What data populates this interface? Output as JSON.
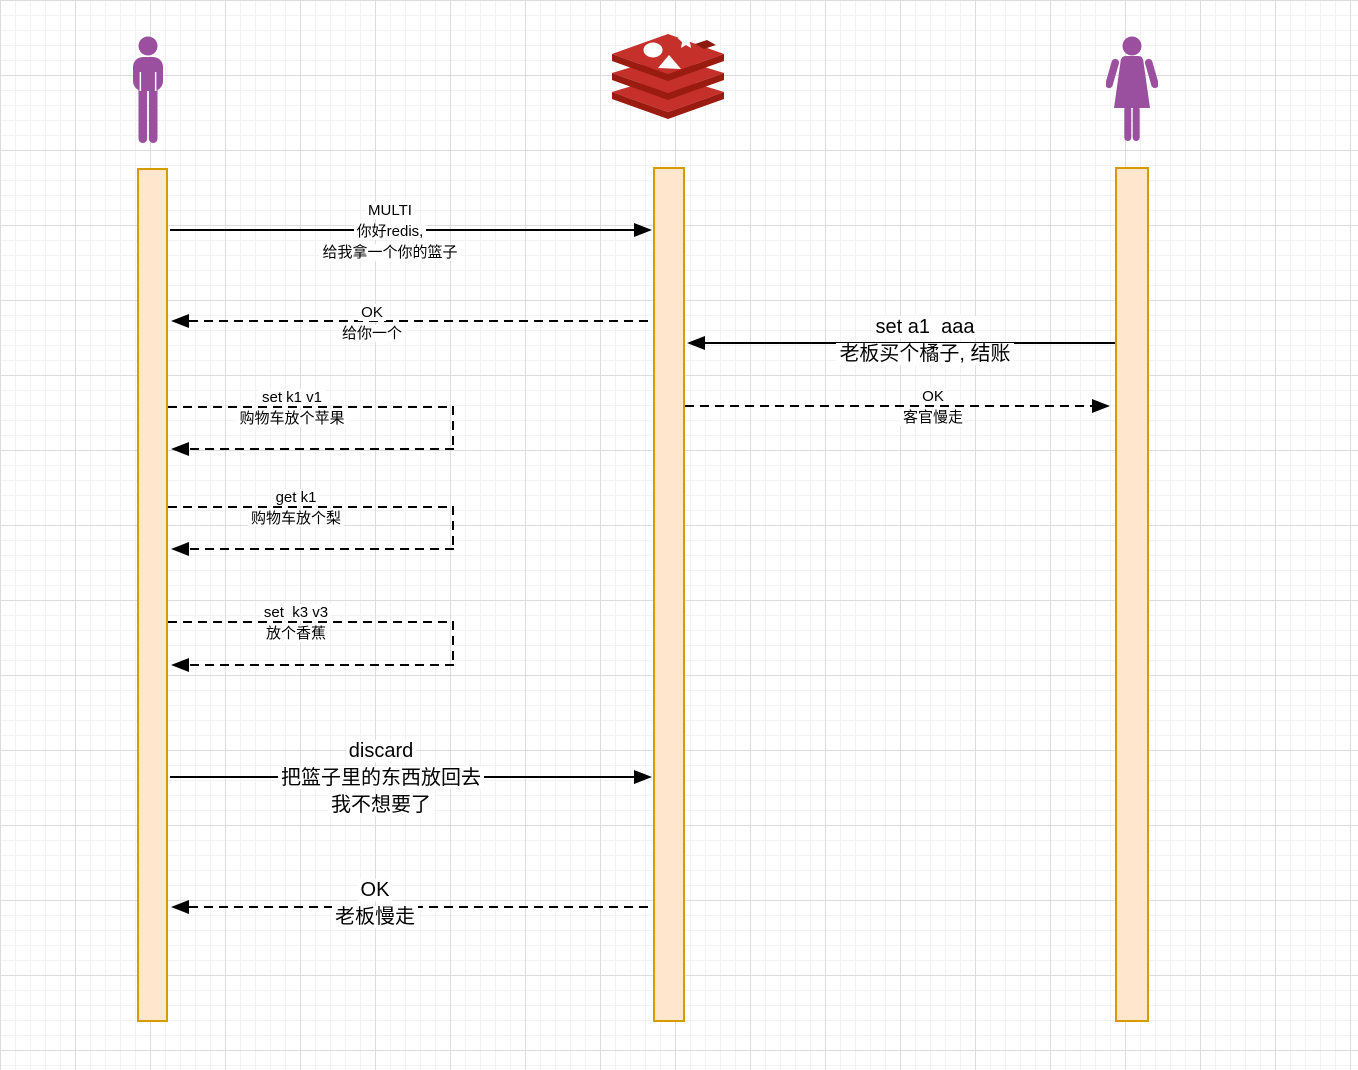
{
  "diagram_type": "sequence-diagram",
  "colors": {
    "activation_fill": "#FFE6CC",
    "activation_stroke": "#D79B00",
    "actor_purple": "#9B4F9F",
    "redis_red": "#C6302B",
    "redis_dark_red": "#9A1B10",
    "redis_hole": "#8B1A10",
    "line_black": "#000000",
    "grid_minor": "#F2F2F2",
    "grid_major": "#DDDDDD"
  },
  "actors": [
    {
      "id": "left-client",
      "icon": "man-icon"
    },
    {
      "id": "redis-server",
      "icon": "redis-logo-icon"
    },
    {
      "id": "right-client",
      "icon": "woman-icon"
    }
  ],
  "messages": [
    {
      "id": "multi",
      "style": "solid",
      "from": "left-client",
      "to": "redis-server",
      "lines": [
        "MULTI",
        "你好redis,",
        "给我拿一个你的篮子"
      ]
    },
    {
      "id": "ok-basket",
      "style": "dashed",
      "from": "redis-server",
      "to": "left-client",
      "lines": [
        "OK",
        "给你一个"
      ]
    },
    {
      "id": "set-a1",
      "style": "solid",
      "from": "right-client",
      "to": "redis-server",
      "lines": [
        "set a1  aaa",
        "老板买个橘子, 结账"
      ]
    },
    {
      "id": "ok-right",
      "style": "dashed",
      "from": "redis-server",
      "to": "right-client",
      "lines": [
        "OK",
        "客官慢走"
      ]
    },
    {
      "id": "set-k1",
      "style": "dashed-self-loop",
      "from": "left-client",
      "to": "left-client",
      "lines": [
        "set k1 v1",
        "购物车放个苹果"
      ]
    },
    {
      "id": "get-k1",
      "style": "dashed-self-loop",
      "from": "left-client",
      "to": "left-client",
      "lines": [
        "get k1",
        "购物车放个梨"
      ]
    },
    {
      "id": "set-k3",
      "style": "dashed-self-loop",
      "from": "left-client",
      "to": "left-client",
      "lines": [
        "set  k3 v3",
        "放个香蕉"
      ]
    },
    {
      "id": "discard",
      "style": "solid",
      "from": "left-client",
      "to": "redis-server",
      "lines": [
        "discard",
        "把篮子里的东西放回去",
        "我不想要了"
      ]
    },
    {
      "id": "ok-final",
      "style": "dashed",
      "from": "redis-server",
      "to": "left-client",
      "lines": [
        "OK",
        "老板慢走"
      ]
    }
  ]
}
